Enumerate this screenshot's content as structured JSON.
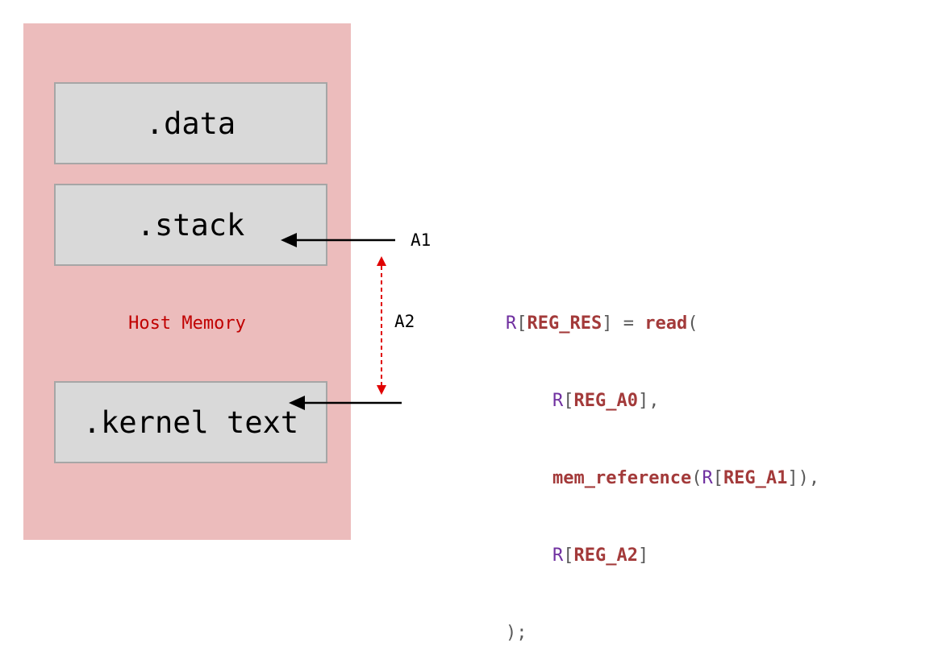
{
  "memory": {
    "title": "Host Memory",
    "segments": {
      "data": ".data",
      "stack": ".stack",
      "kernel": ".kernel text"
    }
  },
  "arrows": {
    "a1": "A1",
    "a2": "A2"
  },
  "code": {
    "line1": {
      "reg": "R",
      "open": "[",
      "res": "REG_RES",
      "close": "] = ",
      "fn": "read",
      "paren": "("
    },
    "line2": {
      "reg": "R",
      "open": "[",
      "arg": "REG_A0",
      "close": "],"
    },
    "line3": {
      "fn": "mem_reference",
      "paren": "(",
      "reg": "R",
      "open": "[",
      "arg": "REG_A1",
      "close": "]),"
    },
    "line4": {
      "reg": "R",
      "open": "[",
      "arg": "REG_A2",
      "close": "]"
    },
    "line5": ");"
  },
  "colors": {
    "panel": "#ecbcbc",
    "segment_fill": "#d9d9d9",
    "segment_border": "#a6a6a6",
    "label_red": "#c00000",
    "dashed_arrow": "#e00000",
    "code_keyword": "#7030a0",
    "code_identifier": "#a33a3a"
  }
}
